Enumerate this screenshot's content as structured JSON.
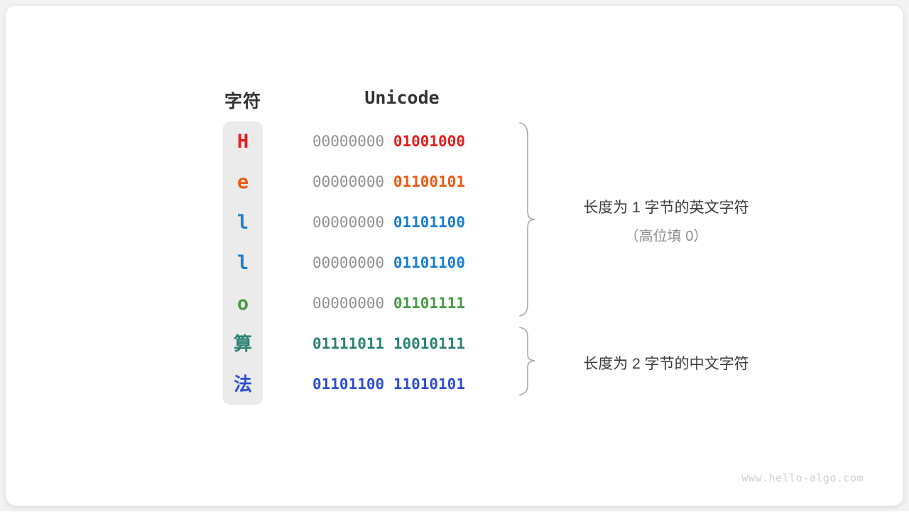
{
  "card": {
    "background": "#ffffff",
    "page_background": "#f3f3f3"
  },
  "headers": {
    "char": "字符",
    "unicode": "Unicode"
  },
  "palette": {
    "red": "#e61e1e",
    "orange": "#f05a14",
    "blue": "#1a7fd4",
    "green": "#4a9a46",
    "teal": "#2c8273",
    "indigo": "#2f4fd4",
    "pad_gray": "#909090",
    "pill_gray": "#ebebeb",
    "text_dark": "#333333",
    "text_muted": "#8c8c8c",
    "brace_gray": "#a8a8a8",
    "watermark_gray": "#cfcfcf"
  },
  "rows": [
    {
      "char": "H",
      "char_kind": "latin",
      "color": "#e61e1e",
      "high_byte": "00000000",
      "low_byte": "01001000",
      "high_byte_is_padding": true,
      "bytes": 1
    },
    {
      "char": "e",
      "char_kind": "latin",
      "color": "#f05a14",
      "high_byte": "00000000",
      "low_byte": "01100101",
      "high_byte_is_padding": true,
      "bytes": 1
    },
    {
      "char": "l",
      "char_kind": "latin",
      "color": "#1a7fd4",
      "high_byte": "00000000",
      "low_byte": "01101100",
      "high_byte_is_padding": true,
      "bytes": 1
    },
    {
      "char": "l",
      "char_kind": "latin",
      "color": "#1a7fd4",
      "high_byte": "00000000",
      "low_byte": "01101100",
      "high_byte_is_padding": true,
      "bytes": 1
    },
    {
      "char": "o",
      "char_kind": "latin",
      "color": "#4a9a46",
      "high_byte": "00000000",
      "low_byte": "01101111",
      "high_byte_is_padding": true,
      "bytes": 1
    },
    {
      "char": "算",
      "char_kind": "han",
      "color": "#2c8273",
      "high_byte": "01111011",
      "low_byte": "10010111",
      "high_byte_is_padding": false,
      "bytes": 2
    },
    {
      "char": "法",
      "char_kind": "han",
      "color": "#2f4fd4",
      "high_byte": "01101100",
      "low_byte": "11010101",
      "high_byte_is_padding": false,
      "bytes": 2
    }
  ],
  "annotations": [
    {
      "text": "长度为 1 字节的英文字符",
      "subtext": "（高位填 0）"
    },
    {
      "text": "长度为 2 字节的中文字符",
      "subtext": ""
    }
  ],
  "watermark": "www.hello-algo.com"
}
